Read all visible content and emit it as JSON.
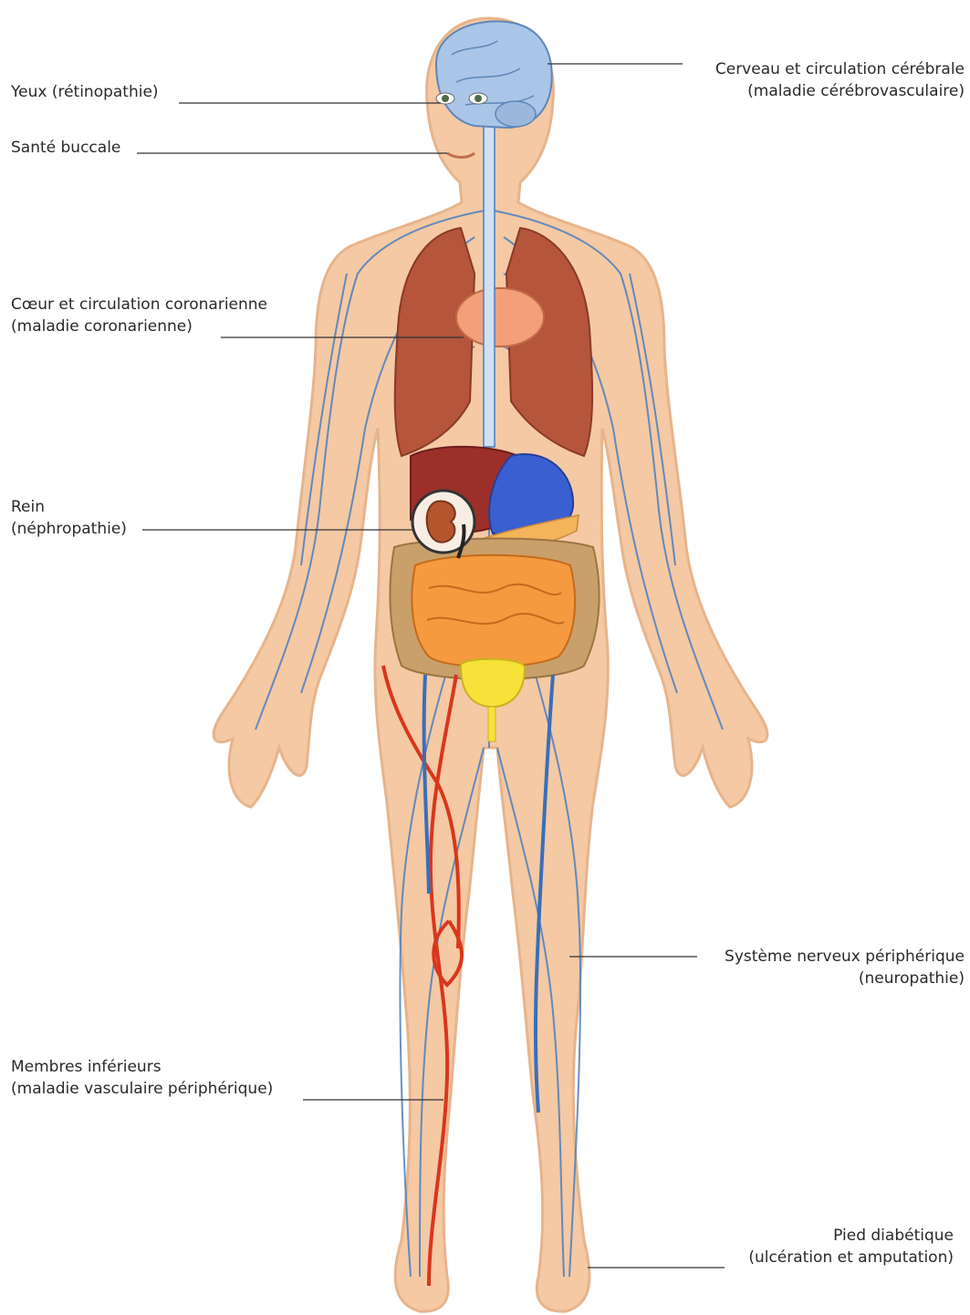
{
  "labels": {
    "eyes": {
      "line1": "Yeux (rétinopathie)"
    },
    "mouth": {
      "line1": "Santé buccale"
    },
    "brain": {
      "line1": "Cerveau et circulation cérébrale",
      "line2": "(maladie cérébrovasculaire)"
    },
    "heart": {
      "line1": "Cœur et circulation coronarienne",
      "line2": "(maladie coronarienne)"
    },
    "kidney": {
      "line1": "Rein",
      "line2": "(néphropathie)"
    },
    "nerves": {
      "line1": "Système nerveux périphérique",
      "line2": "(neuropathie)"
    },
    "legs": {
      "line1": "Membres inférieurs",
      "line2": "(maladie vasculaire périphérique)"
    },
    "foot": {
      "line1": "Pied diabétique",
      "line2": "(ulcération et amputation)"
    }
  },
  "colors": {
    "skin": "#f4c9a4",
    "skin_outline": "#e7b48b",
    "nerve_blue": "#4a7fc1",
    "artery_red": "#d9361e",
    "vein_blue": "#3a6fb8",
    "lungs": "#b5553b",
    "heart": "#f3a07a",
    "liver": "#9c2f2a",
    "stomach": "#3a5fd0",
    "intestine": "#f59a3e",
    "colon": "#c9a06a",
    "bladder": "#f7e23a",
    "brain": "#a9c6e8",
    "leader": "#333333"
  }
}
